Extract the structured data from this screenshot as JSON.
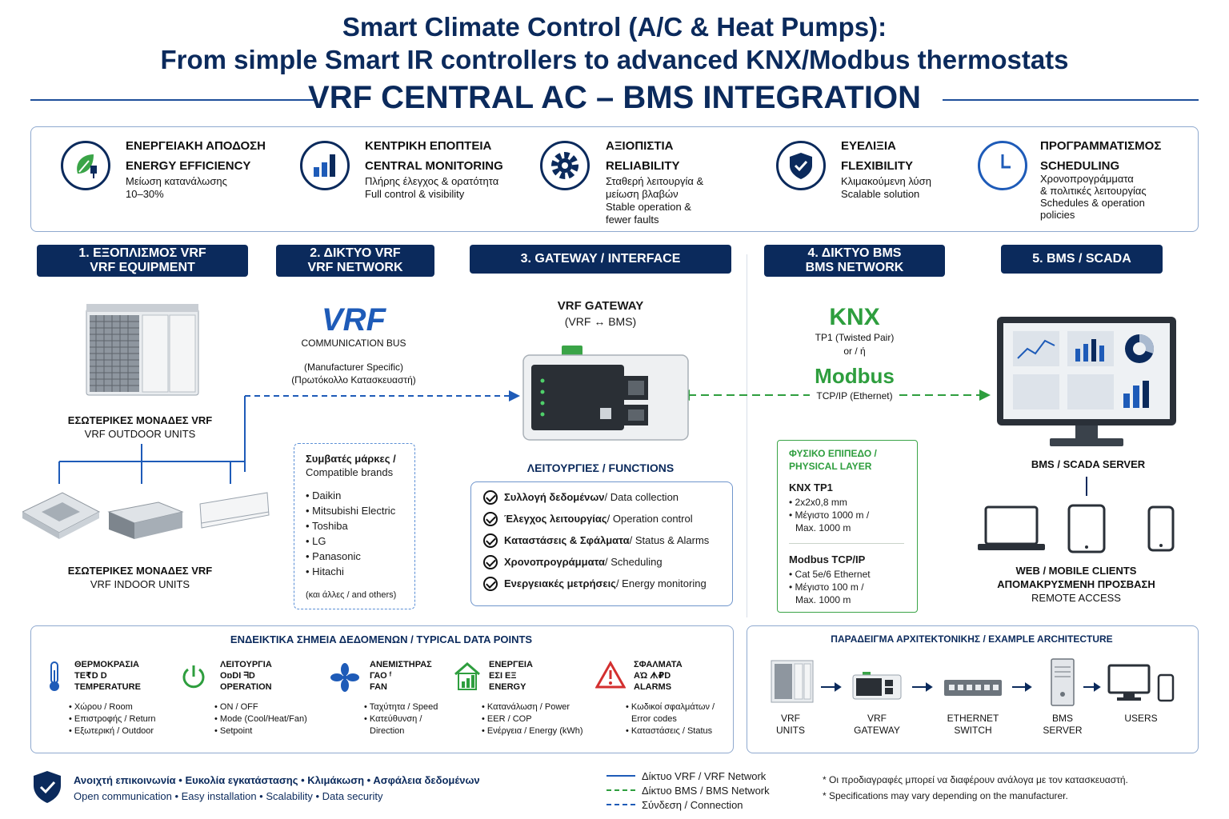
{
  "title": {
    "line1": "Smart Climate Control (A/C & Heat Pumps):",
    "line2": "From simple Smart IR controllers to advanced KNX/Modbus thermostats",
    "line3": "VRF CENTRAL AC – BMS INTEGRATION"
  },
  "benefits": [
    {
      "gr": "ΕΝΕΡΓΕΙΑΚΗ ΑΠΟΔΟΣΗ",
      "en": "ENERGY EFFICIENCY",
      "desc": [
        "Μείωση κατανάλωσης",
        "10–30%"
      ],
      "icon": "leaf-plug-icon"
    },
    {
      "gr": "ΚΕΝΤΡΙΚΗ ΕΠΟΠΤΕΙΑ",
      "en": "CENTRAL MONITORING",
      "desc": [
        "Πλήρης έλεγχος & ορατότητα",
        "Full control & visibility"
      ],
      "icon": "bar-chart-icon"
    },
    {
      "gr": "ΑΞΙΟΠΙΣΤΙΑ",
      "en": "RELIABILITY",
      "desc": [
        "Σταθερή λειτουργία &",
        "μείωση βλαβών",
        "Stable operation &",
        "fewer faults"
      ],
      "icon": "gear-icon"
    },
    {
      "gr": "ΕΥΕΛΙΞΙΑ",
      "en": "FLEXIBILITY",
      "desc": [
        "Κλιμακούμενη λύση",
        "Scalable solution"
      ],
      "icon": "shield-check-icon"
    },
    {
      "gr": "ΠΡΟΓΡΑΜΜΑΤΙΣΜΟΣ",
      "en": "SCHEDULING",
      "desc": [
        "Χρονοπρογράμματα",
        "& πολιτικές λειτουργίας",
        "Schedules & operation",
        "policies"
      ],
      "icon": "clock-icon"
    }
  ],
  "steps": [
    {
      "l1": "1. ΕΞΟΠΛΙΣΜΟΣ VRF",
      "l2": "VRF EQUIPMENT"
    },
    {
      "l1": "2. ΔΙΚΤΥΟ VRF",
      "l2": "VRF NETWORK"
    },
    {
      "l1": "3. GATEWAY / INTERFACE",
      "l2": ""
    },
    {
      "l1": "4. ΔΙΚΤΥΟ BMS",
      "l2": "BMS NETWORK"
    },
    {
      "l1": "5. BMS / SCADA",
      "l2": ""
    }
  ],
  "equipment": {
    "outdoor_gr": "ΕΣΩΤΕΡΙΚΕΣ ΜΟΝΑΔΕΣ VRF",
    "outdoor_en": "VRF OUTDOOR UNITS",
    "indoor_gr": "ΕΣΩΤΕΡΙΚΕΣ ΜΟΝΑΔΕΣ VRF",
    "indoor_en": "VRF INDOOR UNITS"
  },
  "network": {
    "logo": "VRF",
    "bus": "COMMUNICATION BUS",
    "note1": "(Manufacturer Specific)",
    "note2": "(Πρωτόκολλο Κατασκευαστή)",
    "brands_title1": "Συμβατές μάρκες /",
    "brands_title2": "Compatible brands",
    "brands": [
      "Daikin",
      "Mitsubishi Electric",
      "Toshiba",
      "LG",
      "Panasonic",
      "Hitachi"
    ],
    "brands_more": "(και άλλες / and others)"
  },
  "gateway": {
    "title": "VRF GATEWAY",
    "sub": "(VRF ↔ BMS)",
    "functions_title": "ΛΕΙΤΟΥΡΓΙΕΣ / FUNCTIONS",
    "functions": [
      {
        "gr": "Συλλογή δεδομένων",
        "en": " / Data collection"
      },
      {
        "gr": "Έλεγχος λειτουργίας",
        "en": " / Operation control"
      },
      {
        "gr": "Καταστάσεις & Σφάλματα",
        "en": " / Status & Alarms"
      },
      {
        "gr": "Χρονοπρογράμματα",
        "en": " / Scheduling"
      },
      {
        "gr": "Ενεργειακές μετρήσεις",
        "en": " / Energy monitoring"
      }
    ]
  },
  "bms_network": {
    "knx": "KNX",
    "knx_sub": "TP1 (Twisted Pair)",
    "or": "or / ή",
    "modbus": "Modbus",
    "modbus_sub": "TCP/IP (Ethernet)",
    "phys_title1": "ΦΥΣΙΚΟ ΕΠΙΠΕΔΟ /",
    "phys_title2": "PHYSICAL LAYER",
    "knx_tp1": "KNX TP1",
    "knx_items": [
      "• 2x2x0,8 mm",
      "• Μέγιστο 1000 m /",
      "Max. 1000 m"
    ],
    "modbus_tcp": "Modbus TCP/IP",
    "modbus_items": [
      "• Cat 5e/6 Ethernet",
      "• Μέγιστο 100 m /",
      "Max. 1000 m"
    ]
  },
  "scada": {
    "server": "BMS / SCADA SERVER",
    "clients1": "WEB / MOBILE CLIENTS",
    "clients2": "ΑΠΟΜΑΚΡΥΣΜΕΝΗ ΠΡΟΣΒΑΣΗ",
    "clients3": "REMOTE ACCESS"
  },
  "data_points": {
    "title": "ΕΝΔΕΙΚΤΙΚΑ ΣΗΜΕΙΑ ΔΕΔΟΜΕΝΩΝ / TYPICAL DATA POINTS",
    "groups": [
      {
        "t": [
          "ΘΕΡΜΟΚΡΑΣΙΑ",
          "TE₹D D",
          "TEMPERATURE"
        ],
        "items": [
          "• Χώρου / Room",
          "• Επιστροφής / Return",
          "• Εξωτερική / Outdoor"
        ],
        "icon": "thermometer-icon"
      },
      {
        "t": [
          "ΛΕΙΤΟΥΡΓΙΑ",
          "OɒDI ᖷD",
          "OPERATION"
        ],
        "items": [
          "• ON / OFF",
          "• Mode (Cool/Heat/Fan)",
          "• Setpoint"
        ],
        "icon": "power-icon"
      },
      {
        "t": [
          "ΑΝΕΜΙΣΤΗΡΑΣ",
          "ΓΑΟ ᶠ",
          "FAN"
        ],
        "items": [
          "• Ταχύτητα / Speed",
          "• Κατεύθυνση /",
          "Direction"
        ],
        "icon": "fan-icon"
      },
      {
        "t": [
          "ΕΝΕΡΓΕΙΑ",
          "ΕΣΙ ΕΞ",
          "ENERGY"
        ],
        "items": [
          "• Κατανάλωση / Power",
          "• EER / COP",
          "• Ενέργεια / Energy (kWh)"
        ],
        "icon": "energy-house-icon"
      },
      {
        "t": [
          "ΣΦΑΛΜΑΤΑ",
          "ΑΏ ᗑ₽D",
          "ALARMS"
        ],
        "items": [
          "• Κωδικοί σφαλμάτων /",
          "Error codes",
          "• Καταστάσεις / Status"
        ],
        "icon": "warning-icon"
      }
    ]
  },
  "architecture": {
    "title": "ΠΑΡΑΔΕΙΓΜΑ ΑΡΧΙΤΕΚΤΟΝΙΚΗΣ / EXAMPLE ARCHITECTURE",
    "nodes": [
      {
        "l1": "VRF",
        "l2": "UNITS"
      },
      {
        "l1": "VRF",
        "l2": "GATEWAY"
      },
      {
        "l1": "ETHERNET",
        "l2": "SWITCH"
      },
      {
        "l1": "BMS",
        "l2": "SERVER"
      },
      {
        "l1": "USERS",
        "l2": ""
      }
    ]
  },
  "footer": {
    "gr": "Ανοιχτή επικοινωνία • Ευκολία εγκατάστασης • Κλιμάκωση • Ασφάλεια δεδομένων",
    "en": "Open communication • Easy installation • Scalability • Data security",
    "legend": [
      "Δίκτυο VRF / VRF Network",
      "Δίκτυο BMS / BMS Network",
      "Σύνδεση / Connection"
    ],
    "note_gr": "* Οι προδιαγραφές μπορεί να διαφέρουν ανάλογα με τον κατασκευαστή.",
    "note_en": "* Specifications may vary depending on the manufacturer."
  },
  "colors": {
    "navy": "#0b2a5c",
    "blue": "#1e5bb8",
    "green": "#2e9e3e"
  }
}
